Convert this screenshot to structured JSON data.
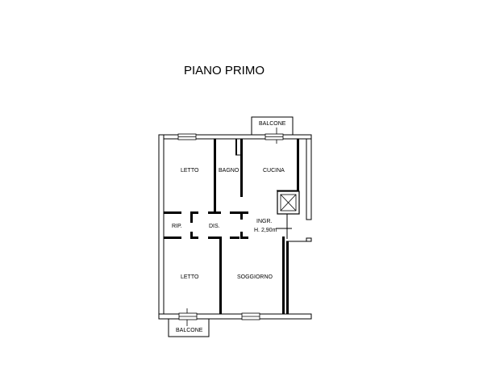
{
  "title": "PIANO PRIMO",
  "rooms": {
    "letto_top": "LETTO",
    "bagno": "BAGNO",
    "cucina": "CUCINA",
    "rip": "RIP.",
    "dis": "DIS.",
    "ingr": "INGR.",
    "ingr_height": "H. 2,90m",
    "letto_bottom": "LETTO",
    "soggiorno": "SOGGIORNO"
  },
  "balconies": {
    "top": "BALCONE",
    "bottom": "BALCONE"
  }
}
